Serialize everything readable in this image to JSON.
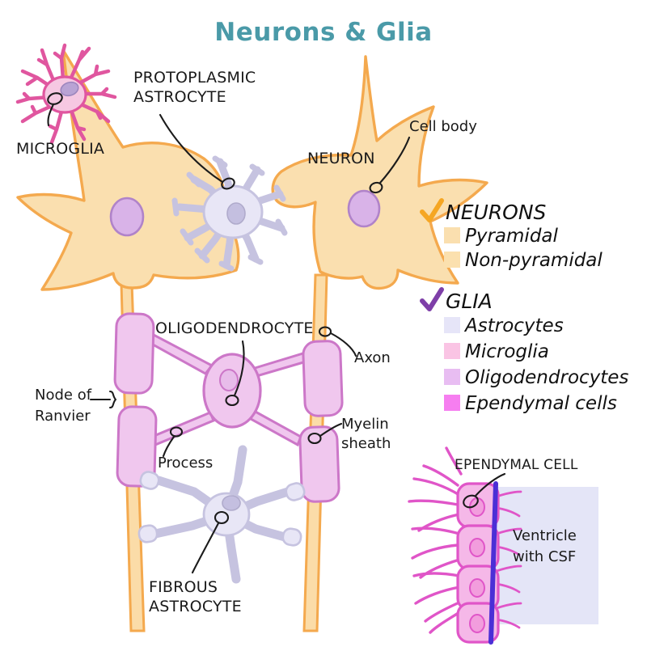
{
  "title": "Neurons & Glia",
  "colors": {
    "title": "#4a9aa8",
    "neuron_fill": "#fadfaf",
    "neuron_stroke": "#f4a94e",
    "neuron_nucleus": "#d9b3e8",
    "neuron_nucleus_stroke": "#b083c9",
    "axon_fill": "#fbdca8",
    "axon_stroke": "#f4a94e",
    "astrocyte_fill": "#e8e6f6",
    "astrocyte_stroke": "#c6c3e0",
    "astrocyte_nucleus": "#c4bfe0",
    "microglia_fill": "#f6c8e2",
    "microglia_stroke": "#e0569f",
    "microglia_nucleus": "#b9a3d4",
    "oligodendrocyte_fill": "#f0c7ee",
    "oligodendrocyte_stroke": "#cc77c8",
    "myelin_fill": "#f0c7ee",
    "myelin_stroke": "#cc77c8",
    "ependymal_fill": "#f5b8e8",
    "ependymal_stroke": "#e055c8",
    "ventricle_fill": "#e4e5f7",
    "csf_line": "#4b2fd6",
    "check_neurons": "#f5a623",
    "check_glia": "#7e3fa8",
    "label_text": "#1a1a1a"
  },
  "labels": {
    "microglia": "MICROGLIA",
    "protoplasmic_astrocyte_line1": "PROTOPLASMIC",
    "protoplasmic_astrocyte_line2": "ASTROCYTE",
    "neuron": "NEURON",
    "cell_body": "Cell body",
    "oligodendrocyte": "OLIGODENDROCYTE",
    "axon": "Axon",
    "node_of_ranvier_line1": "Node of",
    "node_of_ranvier_line2": "Ranvier",
    "process": "Process",
    "myelin_sheath_line1": "Myelin",
    "myelin_sheath_line2": "sheath",
    "fibrous_astrocyte_line1": "FIBROUS",
    "fibrous_astrocyte_line2": "ASTROCYTE",
    "ependymal_cell": "EPENDYMAL CELL",
    "ventricle_line1": "Ventricle",
    "ventricle_line2": "with CSF"
  },
  "legend": {
    "groups": [
      {
        "heading": "NEURONS",
        "check_color": "#f5a623",
        "items": [
          {
            "label": "Pyramidal",
            "color": "#fadfaf"
          },
          {
            "label": "Non-pyramidal",
            "color": "#fbe0ae"
          }
        ]
      },
      {
        "heading": "GLIA",
        "check_color": "#7e3fa8",
        "items": [
          {
            "label": "Astrocytes",
            "color": "#e6e5f8"
          },
          {
            "label": "Microglia",
            "color": "#fac4e4"
          },
          {
            "label": "Oligodendrocytes",
            "color": "#e8bdf2"
          },
          {
            "label": "Ependymal cells",
            "color": "#f67ef0"
          }
        ]
      }
    ]
  }
}
